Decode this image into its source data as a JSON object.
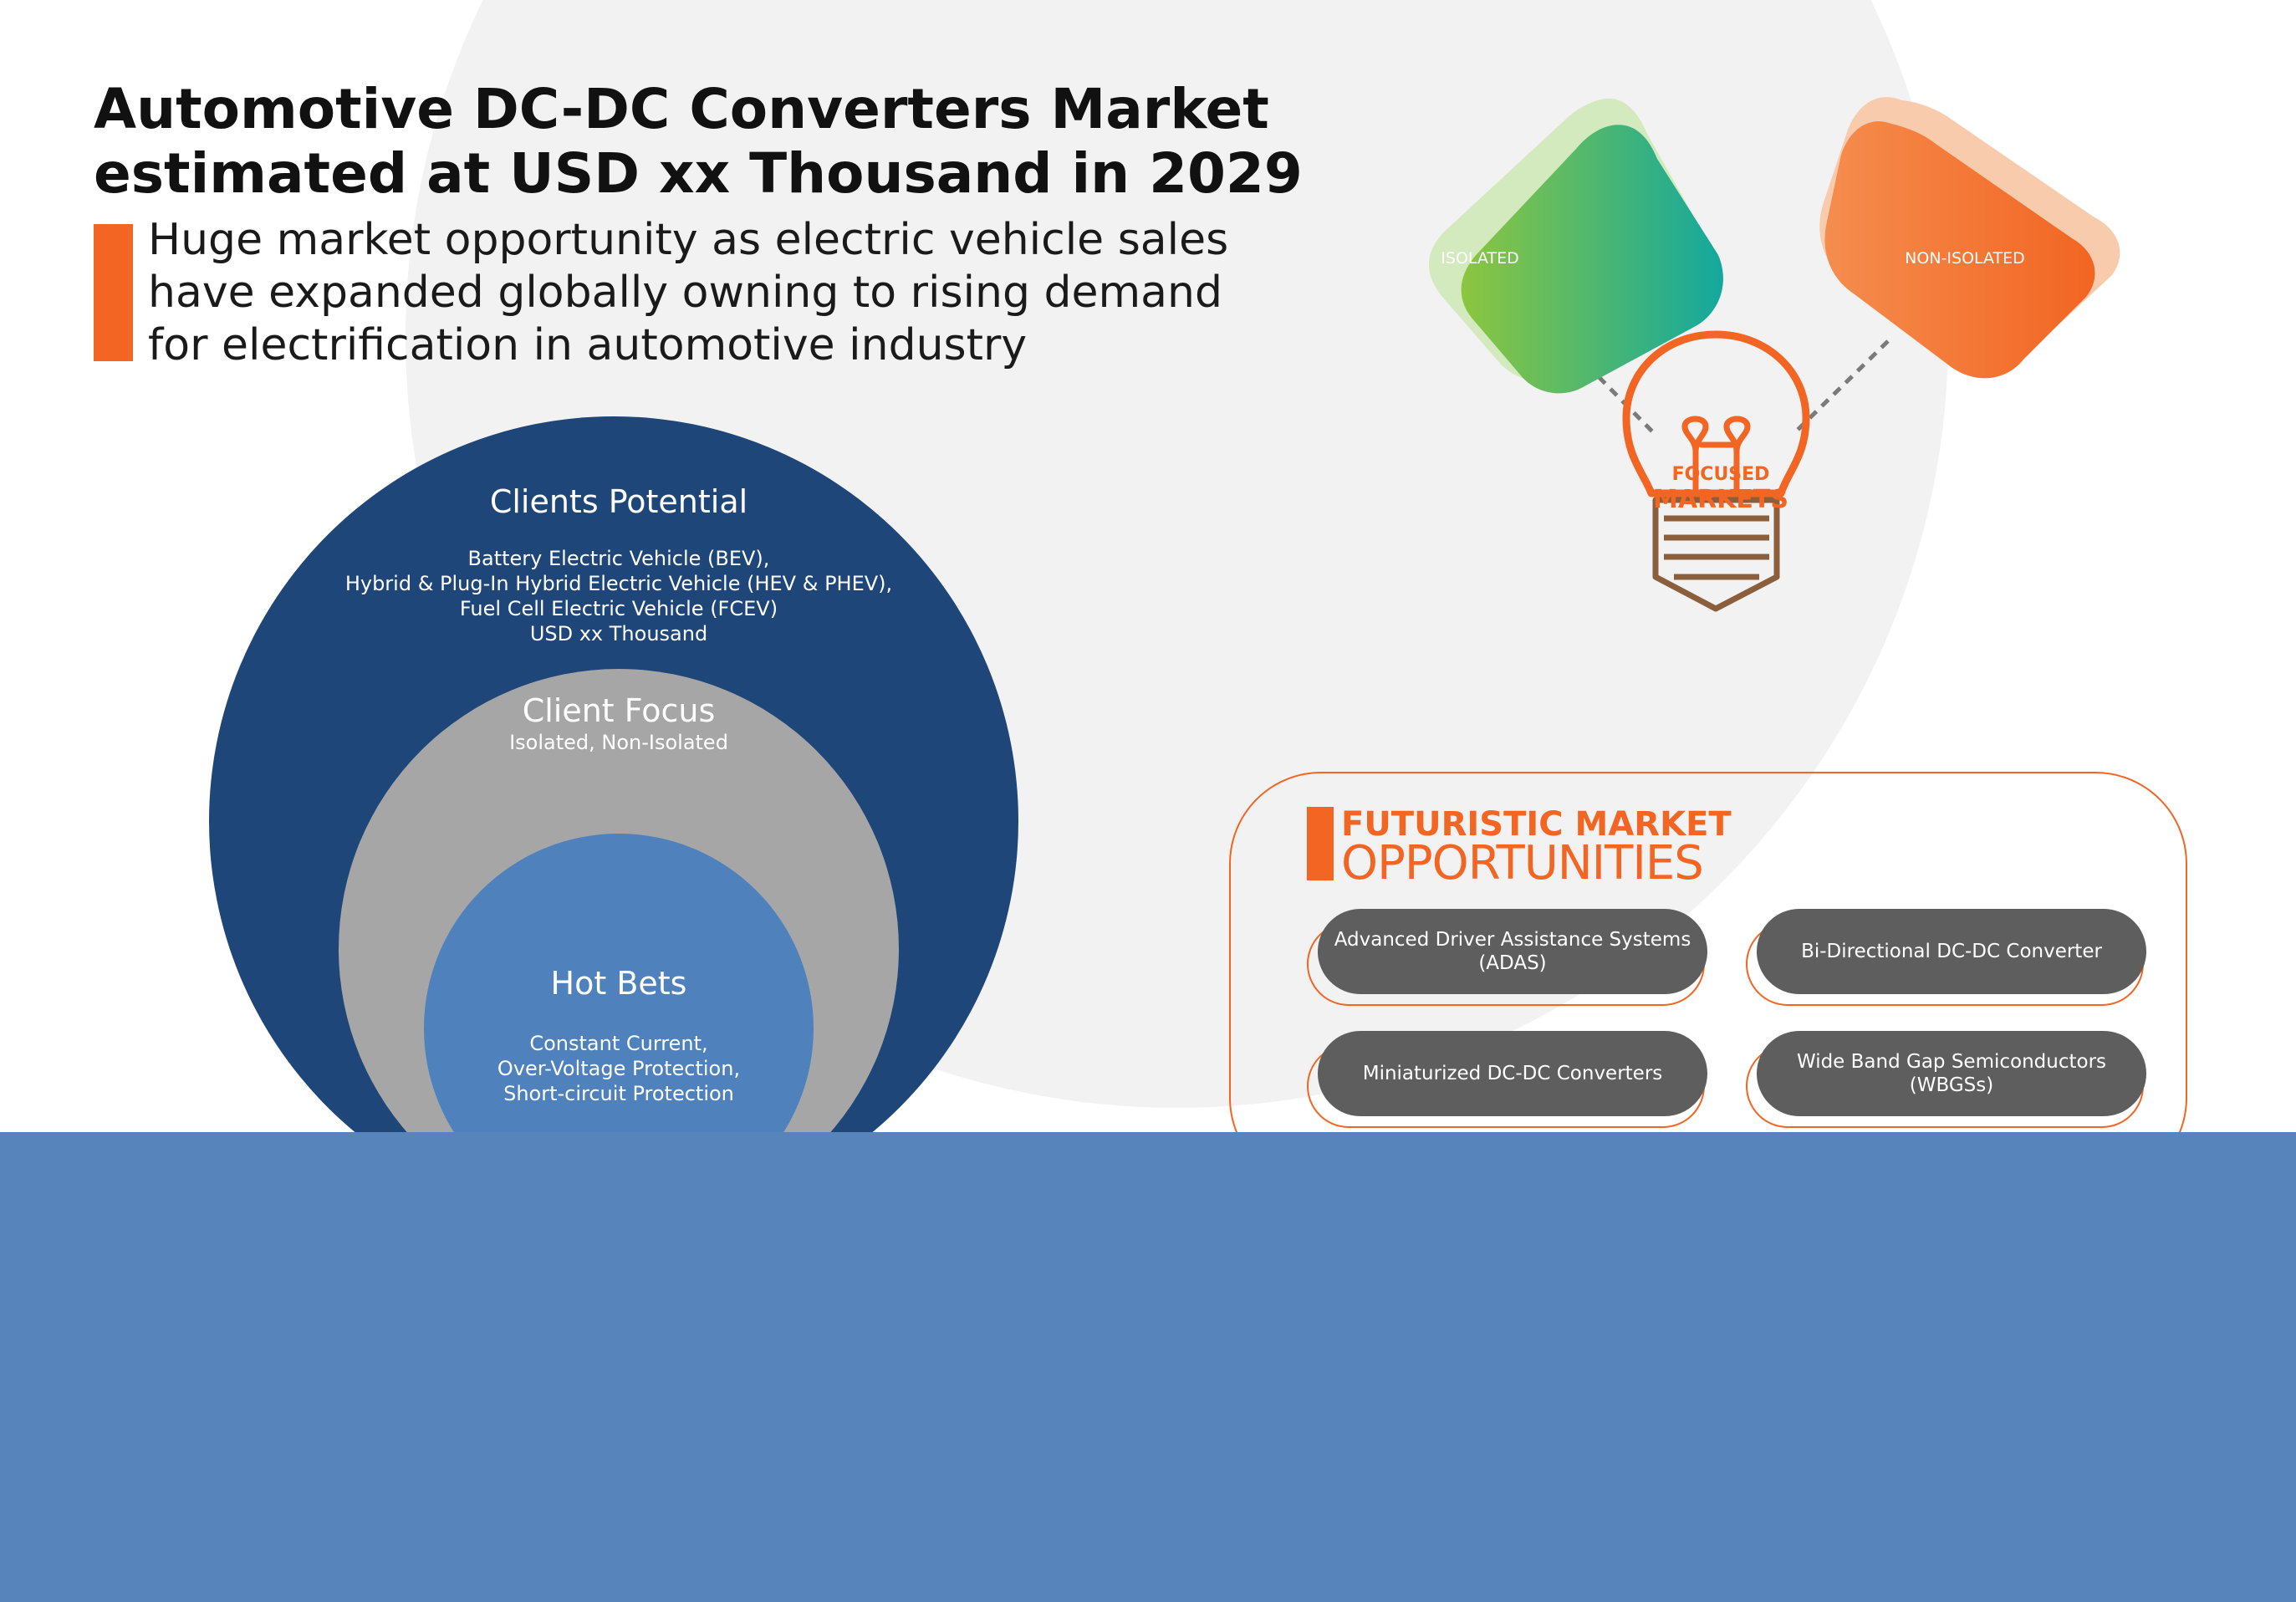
{
  "title": {
    "line1": "Automotive DC-DC Converters Market",
    "line2": "estimated at USD xx Thousand in 2029"
  },
  "subtitle": {
    "line1": "Huge market opportunity as electric vehicle sales",
    "line2": "have expanded globally owning to rising demand",
    "line3": "for electrification in automotive industry"
  },
  "circles": {
    "clients_potential": {
      "title": "Clients Potential",
      "lines": [
        "Battery Electric Vehicle (BEV),",
        "Hybrid & Plug-In Hybrid Electric Vehicle (HEV & PHEV),",
        "Fuel Cell Electric Vehicle (FCEV)",
        "USD xx Thousand"
      ]
    },
    "client_focus": {
      "title": "Client Focus",
      "body": "Isolated, Non-Isolated"
    },
    "hot_bets": {
      "title": "Hot Bets",
      "lines": [
        "Constant Current,",
        "Over-Voltage Protection,",
        "Short-circuit Protection"
      ]
    }
  },
  "focused_markets": {
    "label_line1": "FOCUSED",
    "label_line2": "MARKETS",
    "left_blob": "ISOLATED",
    "right_blob": "NON-ISOLATED",
    "colors": {
      "accent": "#f26522",
      "green_start": "#8dc63f",
      "green_end": "#13a89e",
      "orange_start": "#f58d4e",
      "orange_end": "#f26522",
      "bulb_base": "#8b5e3c"
    }
  },
  "futuristic": {
    "title_line1": "FUTURISTIC MARKET",
    "title_line2": "OPPORTUNITIES",
    "items": [
      {
        "line1": "Advanced Driver Assistance Systems",
        "line2": "(ADAS)"
      },
      {
        "line1": "Bi-Directional DC-DC Converter",
        "line2": ""
      },
      {
        "line1": "Miniaturized DC-DC Converters",
        "line2": ""
      },
      {
        "line1": "Wide Band Gap Semiconductors",
        "line2": "(WBGSs)"
      }
    ]
  },
  "colors": {
    "navy": "#1f4679",
    "gray": "#a6a6a6",
    "blue": "#4f81bd",
    "band": "#5784bb",
    "pill": "#5e5e5e",
    "orange": "#f26522"
  }
}
